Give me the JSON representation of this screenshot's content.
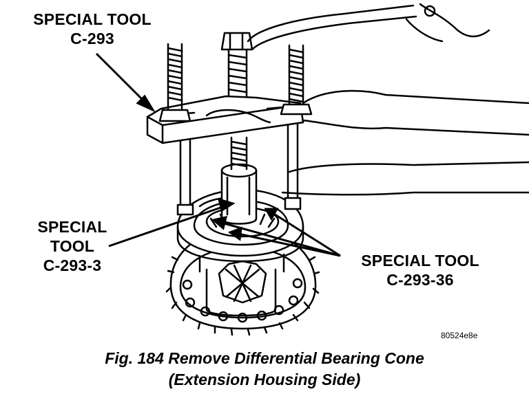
{
  "callouts": {
    "c293": {
      "line1": "SPECIAL TOOL",
      "line2": "C-293"
    },
    "c2933": {
      "line1": "SPECIAL",
      "line2": "TOOL",
      "line3": "C-293-3"
    },
    "c29336": {
      "line1": "SPECIAL TOOL",
      "line2": "C-293-36"
    }
  },
  "part_code": "80524e8e",
  "caption": {
    "line1": "Fig. 184 Remove Differential Bearing Cone",
    "line2": "(Extension Housing Side)"
  },
  "colors": {
    "ink": "#000000",
    "paper": "#ffffff"
  }
}
